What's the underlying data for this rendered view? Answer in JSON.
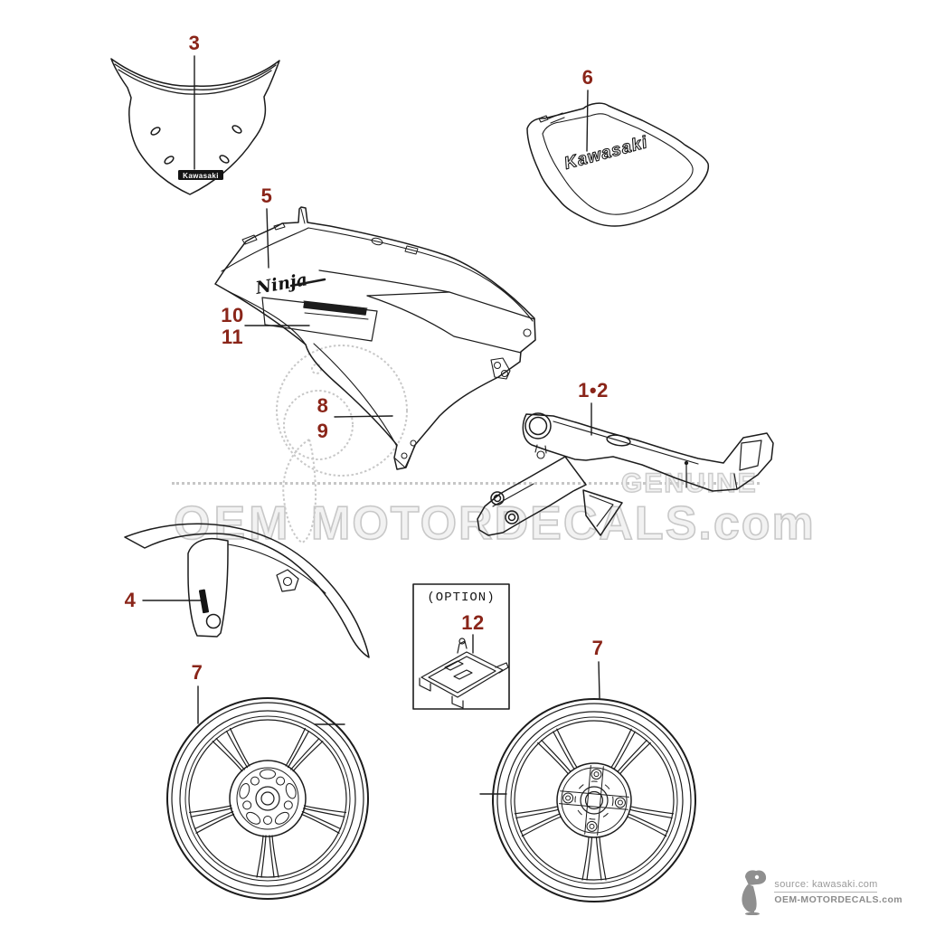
{
  "colors": {
    "label": "#8a2519",
    "line_art": "#1c1c1c",
    "watermark": "#c8c8c8",
    "footer_text": "#8c8c8c"
  },
  "labels": {
    "l3": "3",
    "l5": "5",
    "l6": "6",
    "l10": "10",
    "l11": "11",
    "l8": "8",
    "l9": "9",
    "l1_2": "1•2",
    "l4": "4",
    "l12": "12",
    "l7_front": "7",
    "l7_rear": "7"
  },
  "decals": {
    "windscreen": "Kawasaki",
    "seat_cowl": "Kawasaki",
    "fairing": "Ninja"
  },
  "option": {
    "title": "(OPTION)"
  },
  "watermark": {
    "left": "OEM",
    "right": "MOTORDECALS.com",
    "genuine": "GENUINE"
  },
  "footer": {
    "source": "source: kawasaki.com",
    "site": "OEM-MOTORDECALS.com"
  }
}
